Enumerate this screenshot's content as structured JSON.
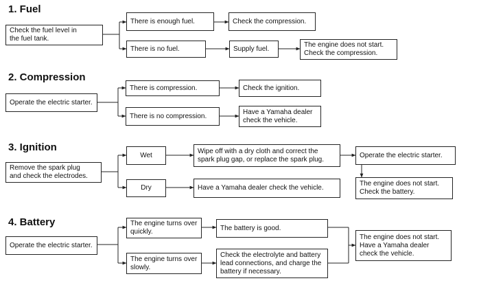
{
  "sections": {
    "fuel": {
      "title": "1. Fuel",
      "start": "Check the fuel level in\nthe fuel tank.",
      "yes": "There is enough fuel.",
      "yes_action": "Check the compression.",
      "no": "There is no fuel.",
      "no_action": "Supply fuel.",
      "no_result": "The engine does not start.\nCheck the compression."
    },
    "compression": {
      "title": "2. Compression",
      "start": "Operate the electric starter.",
      "yes": "There is compression.",
      "yes_action": "Check the ignition.",
      "no": "There is no compression.",
      "no_action": "Have a Yamaha dealer\ncheck the vehicle."
    },
    "ignition": {
      "title": "3. Ignition",
      "start": "Remove the spark plug\nand check the electrodes.",
      "wet": "Wet",
      "wet_action": "Wipe off with a dry cloth and correct the\nspark plug gap, or replace the spark plug.",
      "wet_next": "Operate the electric starter.",
      "wet_result": "The engine does not start.\nCheck the battery.",
      "dry": "Dry",
      "dry_action": "Have a Yamaha dealer check the vehicle."
    },
    "battery": {
      "title": "4. Battery",
      "start": "Operate the electric starter.",
      "quick": "The engine turns over\nquickly.",
      "quick_action": "The battery is good.",
      "slow": "The engine turns over\nslowly.",
      "slow_action": "Check the electrolyte and battery\nlead connections, and charge the\nbattery if necessary.",
      "result": "The engine does not start.\nHave a Yamaha dealer\ncheck the vehicle."
    }
  }
}
